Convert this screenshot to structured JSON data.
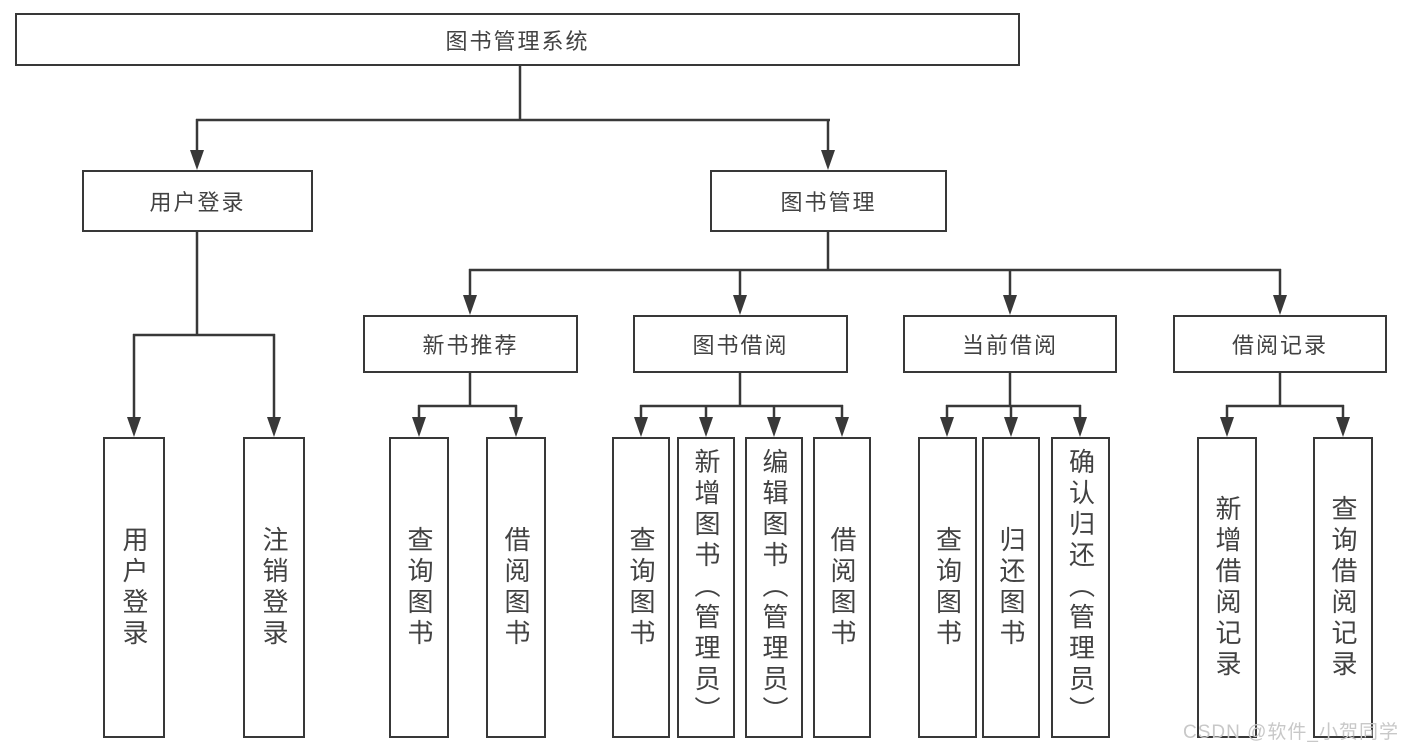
{
  "diagram": {
    "type": "tree",
    "root": {
      "label": "图书管理系统",
      "children": [
        {
          "label": "用户登录",
          "children": [
            {
              "label": "用户登录"
            },
            {
              "label": "注销登录"
            }
          ]
        },
        {
          "label": "图书管理",
          "children": [
            {
              "label": "新书推荐",
              "children": [
                {
                  "label": "查询图书"
                },
                {
                  "label": "借阅图书"
                }
              ]
            },
            {
              "label": "图书借阅",
              "children": [
                {
                  "label": "查询图书"
                },
                {
                  "label": "新增图书（管理员）"
                },
                {
                  "label": "编辑图书（管理员）"
                },
                {
                  "label": "借阅图书"
                }
              ]
            },
            {
              "label": "当前借阅",
              "children": [
                {
                  "label": "查询图书"
                },
                {
                  "label": "归还图书"
                },
                {
                  "label": "确认归还（管理员）"
                }
              ]
            },
            {
              "label": "借阅记录",
              "children": [
                {
                  "label": "新增借阅记录"
                },
                {
                  "label": "查询借阅记录"
                }
              ]
            }
          ]
        }
      ]
    }
  },
  "watermark": {
    "text": "CSDN @软件_小贺同学"
  },
  "colors": {
    "line": "#383838",
    "node_text": "#424242",
    "watermark": "#c8c8c8",
    "background": "#ffffff"
  }
}
